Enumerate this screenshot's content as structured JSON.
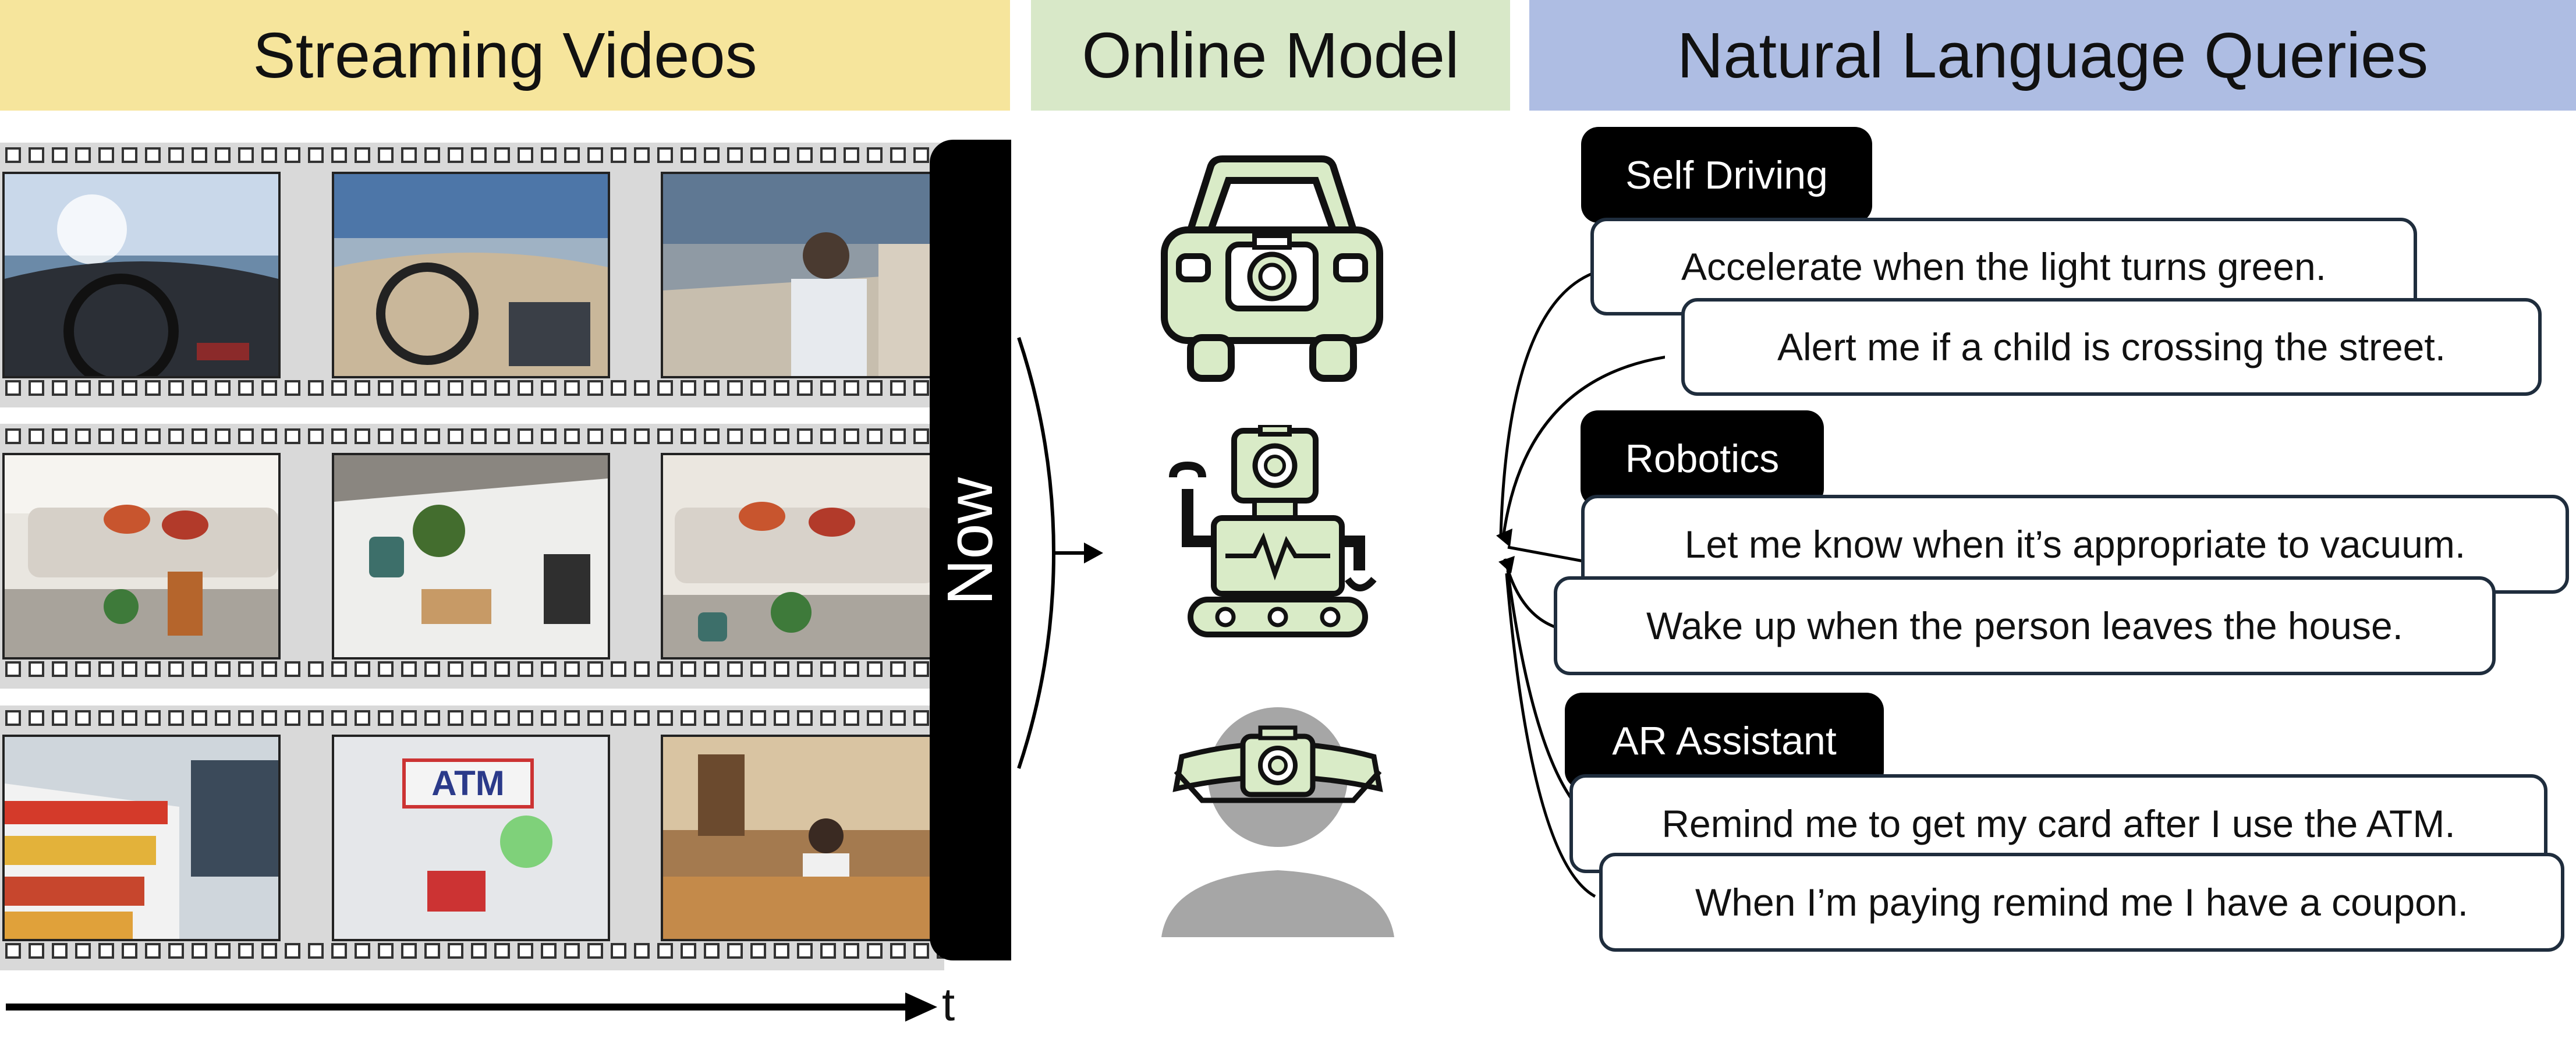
{
  "headers": {
    "streaming": "Streaming Videos",
    "model": "Online Model",
    "queries": "Natural Language Queries"
  },
  "colors": {
    "streaming_bg": "#f6e59c",
    "model_bg": "#d8e8c8",
    "queries_bg": "#aebde3",
    "icon_fill": "#d9ebc7",
    "query_border": "#1f2d3d"
  },
  "now_label": "Now",
  "time_label": "t",
  "categories": [
    {
      "label": "Self Driving",
      "queries": [
        "Accelerate when the light turns green.",
        "Alert me if a child is crossing the street."
      ]
    },
    {
      "label": "Robotics",
      "queries": [
        "Let me know when it’s appropriate to vacuum.",
        "Wake up when the person leaves the house."
      ]
    },
    {
      "label": "AR Assistant",
      "queries": [
        "Remind me to get my card after I use the ATM.",
        "When I’m paying remind me I have a coupon."
      ]
    }
  ],
  "icons": [
    "car-camera-icon",
    "robot-camera-icon",
    "ar-headset-person-icon"
  ],
  "frames": {
    "driving": [
      "car-dashboard-frame-1",
      "car-dashboard-frame-2",
      "car-passenger-frame-3"
    ],
    "home": [
      "living-room-frame-1",
      "table-blocks-frame-2",
      "living-room-frame-3"
    ],
    "store": [
      "store-shelves-frame-1",
      "atm-frame-2",
      "checkout-counter-frame-3"
    ]
  }
}
